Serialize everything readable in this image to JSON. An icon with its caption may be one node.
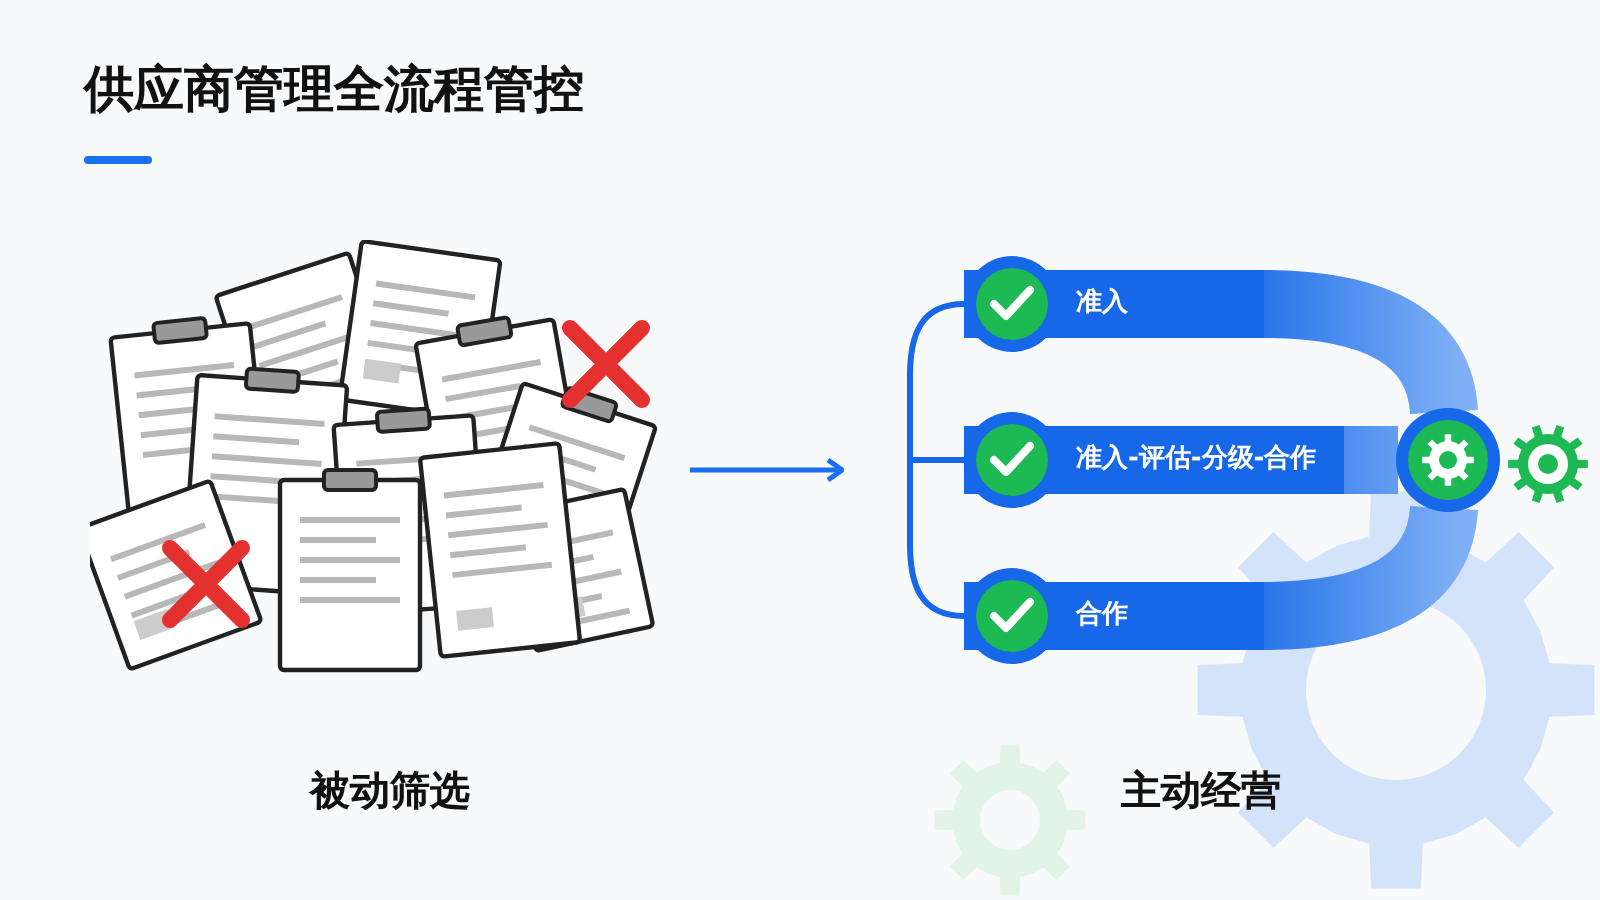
{
  "diagram": {
    "title": "供应商管理全流程管控",
    "nodes": [
      {
        "text": [],
        "shape": "picture"
      },
      {
        "text": [
          "准入"
        ]
      },
      {
        "text": [
          "准入-评估-分级-合作"
        ]
      },
      {
        "text": [
          "合作"
        ]
      },
      {
        "text": [],
        "shape": "circle"
      }
    ],
    "edges": [
      {
        "from": 0,
        "to": null,
        "arrow": "to"
      },
      {
        "from": 1,
        "to": 2,
        "arrow": "none"
      },
      {
        "from": 2,
        "to": 3,
        "arrow": "none"
      },
      {
        "from": 1,
        "to": 4,
        "arrow": "none",
        "style": "thick"
      },
      {
        "from": 2,
        "to": 4,
        "arrow": "none",
        "style": "thick"
      },
      {
        "from": 3,
        "to": 4,
        "arrow": "none",
        "style": "thick"
      }
    ],
    "labels": [
      "被动筛选",
      "主动经营"
    ]
  }
}
